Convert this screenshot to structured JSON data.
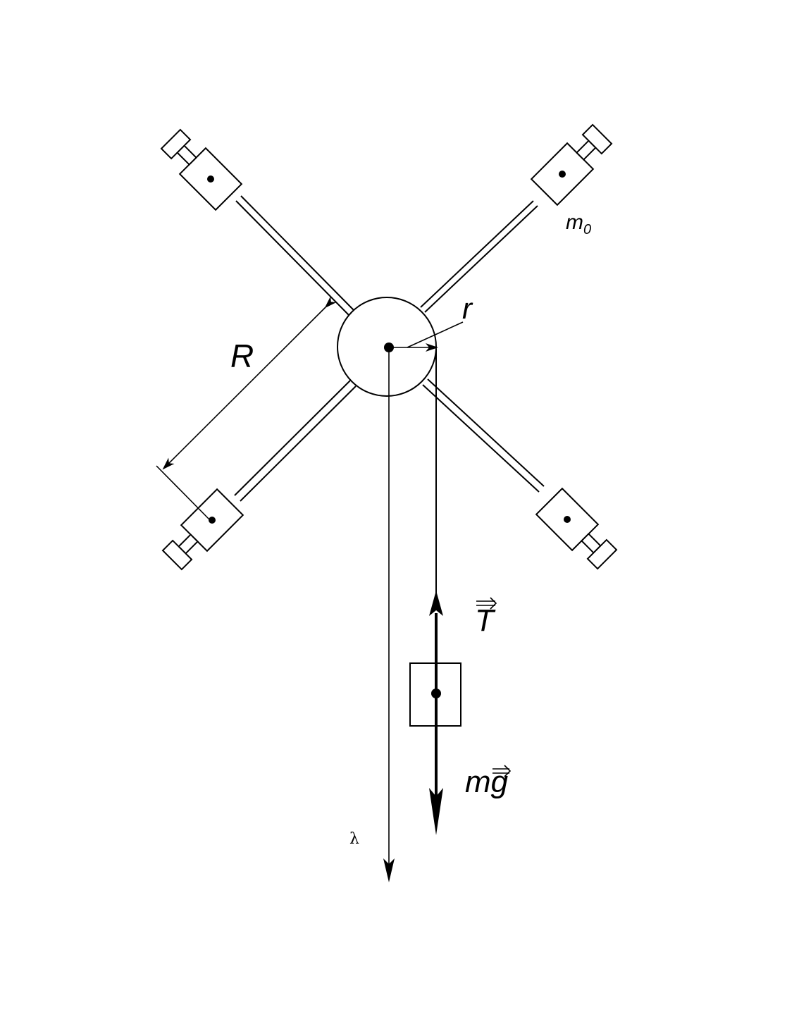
{
  "labels": {
    "R": "R",
    "r": "r",
    "m0_main": "m",
    "m0_sub": "0",
    "T": "T",
    "mg_m": "m",
    "mg_g": "g",
    "lambda": "λ"
  },
  "colors": {
    "stroke": "#000000",
    "background": "#ffffff"
  }
}
